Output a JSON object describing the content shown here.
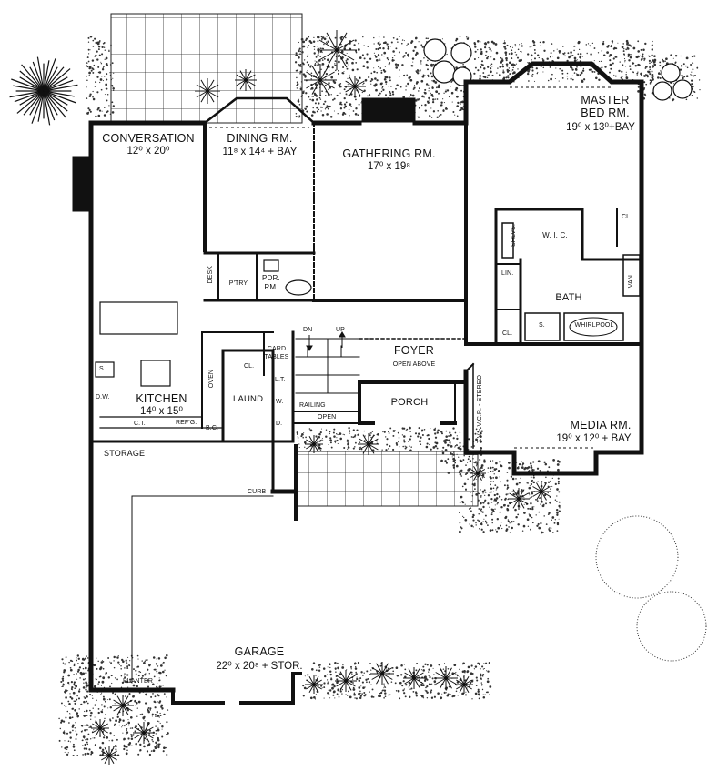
{
  "rooms": {
    "conversation": {
      "name": "CONVERSATION",
      "size": "12⁰ x 20⁰"
    },
    "dining": {
      "name": "DINING RM.",
      "size": "11⁸ x 14⁴ + BAY"
    },
    "gathering": {
      "name": "GATHERING RM.",
      "size": "17⁰ x 19⁸"
    },
    "master": {
      "name_line1": "MASTER",
      "name_line2": "BED RM.",
      "size": "19⁰ x 13⁰+BAY"
    },
    "kitchen": {
      "name": "KITCHEN",
      "size": "14⁰ x 15⁰"
    },
    "foyer": {
      "name": "FOYER",
      "note": "OPEN ABOVE"
    },
    "porch": {
      "name": "PORCH"
    },
    "media": {
      "name": "MEDIA RM.",
      "size": "19⁰ x 12⁰ + BAY"
    },
    "garage": {
      "name": "GARAGE",
      "size": "22⁰ x 20⁸ + STOR."
    },
    "bath": {
      "name": "BATH"
    },
    "laundry": {
      "name": "LAUND."
    }
  },
  "labels": {
    "wic": "W. I. C.",
    "shelves": "SHLVS.",
    "closet_master": "CL.",
    "closet_bath": "CL.",
    "closet_laundry": "CL.",
    "linen": "LIN.",
    "vanity": "VAN.",
    "whirlpool": "WHIRLPOOL",
    "shower": "S.",
    "powder_line1": "PDR.",
    "powder_line2": "RM.",
    "pantry": "P'TRY",
    "desk": "DESK",
    "card_line1": "CARD",
    "card_line2": "TABLES",
    "down": "DN",
    "up": "UP",
    "railing": "RAILING",
    "open": "OPEN",
    "oven": "OVEN",
    "dishwasher": "D.W.",
    "sink": "S.",
    "counter": "C.T.",
    "refrigerator": "REF'G.",
    "broom_closet": "B.C.",
    "linen_closet": "L.T.",
    "washer": "W.",
    "dryer": "D.",
    "storage": "STORAGE",
    "curb": "CURB",
    "planter": "PLANTER",
    "tv": "T.V. - V.C.R. - STEREO"
  },
  "colors": {
    "ink": "#111111",
    "paper": "#ffffff",
    "hatch": "#555555"
  },
  "icons": [
    "shrub-icon",
    "tree-icon",
    "fireplace-icon"
  ]
}
